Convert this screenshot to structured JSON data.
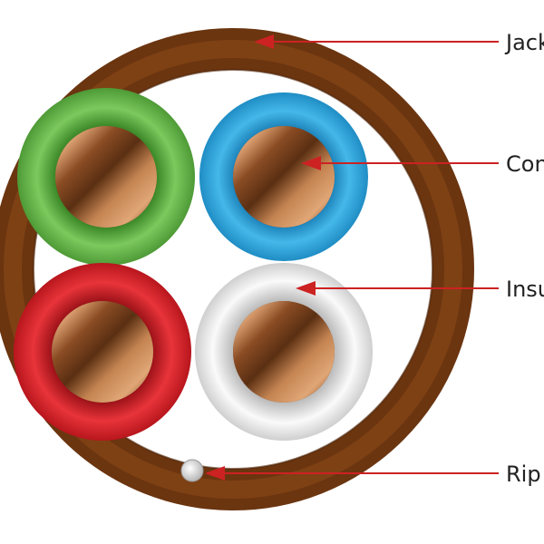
{
  "diagram": {
    "labels": {
      "jacket": "Jack",
      "conductor": "Con",
      "insulation": "Insu",
      "ripcord": "Rip"
    }
  },
  "colors": {
    "jacket": "#7a3f12",
    "jacket_dark": "#4e2508",
    "arrow": "#cc2222",
    "green_insulation": "#62b346",
    "blue_insulation": "#2aa4dd",
    "red_insulation": "#d8232a",
    "white_insulation": "#e8e8e8",
    "copper": "#b26a3a"
  },
  "icons": {
    "ripcord": "ripcord-circle-icon",
    "arrowhead": "arrowhead-icon"
  }
}
